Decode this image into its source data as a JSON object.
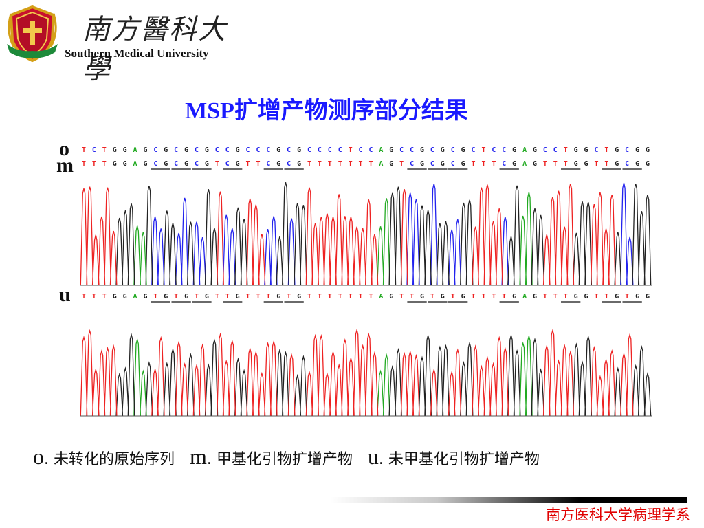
{
  "header": {
    "university_cn": "南方醫科大學",
    "university_en": "Southern Medical University"
  },
  "title": "MSP扩增产物测序部分结果",
  "tracks": {
    "o": {
      "label": "o",
      "sequence": "TCTGGAGCGCGCGCCGCCCGCGCCCCTCCAGCCGCGCGCTCCGAGCCTGGCTGCGG"
    },
    "m": {
      "label": "m",
      "sequence": "TTTGGAGCGCGCGTCGTTCGCGTTTTTTTAGTCGCGCGTTTCGAGTTTGGTTGCGG"
    },
    "u": {
      "label": "u",
      "sequence": "TTTGGAGTGTGTGTTGTTTGTGTTTTTTTAGTTGTGTGTTTTGAGTTTGGTTGTGG"
    }
  },
  "base_colors": {
    "A": "#22aa22",
    "C": "#2222ee",
    "G": "#222222",
    "T": "#ee2222"
  },
  "legend": {
    "o_key": "o",
    "o_text": ". 未转化的原始序列",
    "m_key": "m",
    "m_text": ". 甲基化引物扩增产物",
    "u_key": "u",
    "u_text": ". 未甲基化引物扩增产物"
  },
  "footer": {
    "department": "南方医科大学病理学系"
  }
}
